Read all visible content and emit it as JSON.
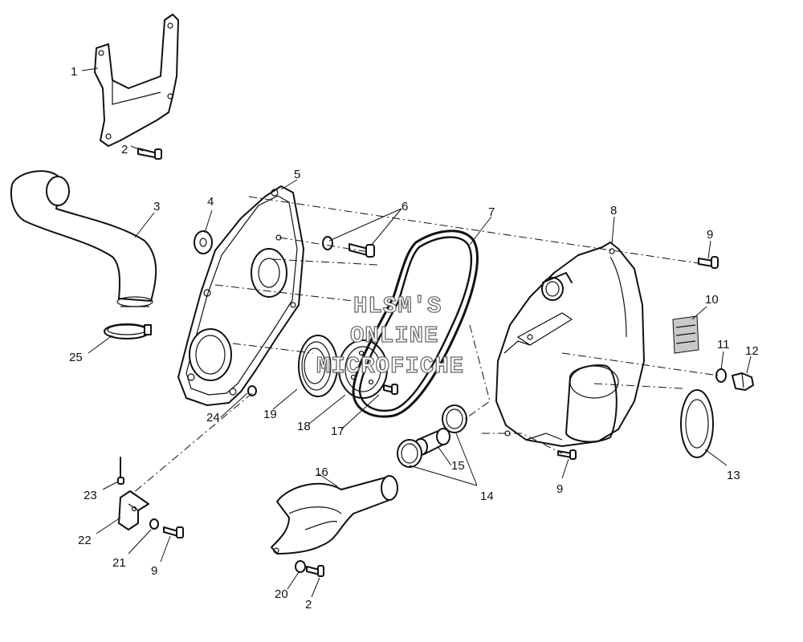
{
  "diagram": {
    "callouts": [
      {
        "id": "c1",
        "label": "1"
      },
      {
        "id": "c2a",
        "label": "2"
      },
      {
        "id": "c3",
        "label": "3"
      },
      {
        "id": "c4",
        "label": "4"
      },
      {
        "id": "c5",
        "label": "5"
      },
      {
        "id": "c6",
        "label": "6"
      },
      {
        "id": "c7",
        "label": "7"
      },
      {
        "id": "c8",
        "label": "8"
      },
      {
        "id": "c9a",
        "label": "9"
      },
      {
        "id": "c10",
        "label": "10"
      },
      {
        "id": "c11",
        "label": "11"
      },
      {
        "id": "c12",
        "label": "12"
      },
      {
        "id": "c13",
        "label": "13"
      },
      {
        "id": "c9b",
        "label": "9"
      },
      {
        "id": "c14",
        "label": "14"
      },
      {
        "id": "c15",
        "label": "15"
      },
      {
        "id": "c16",
        "label": "16"
      },
      {
        "id": "c17",
        "label": "17"
      },
      {
        "id": "c18",
        "label": "18"
      },
      {
        "id": "c19",
        "label": "19"
      },
      {
        "id": "c24",
        "label": "24"
      },
      {
        "id": "c25",
        "label": "25"
      },
      {
        "id": "c23",
        "label": "23"
      },
      {
        "id": "c22",
        "label": "22"
      },
      {
        "id": "c21",
        "label": "21"
      },
      {
        "id": "c9c",
        "label": "9"
      },
      {
        "id": "c20",
        "label": "20"
      },
      {
        "id": "c2b",
        "label": "2"
      }
    ],
    "watermark": {
      "line1": "HLSM'S",
      "line2": "ONLINE",
      "line3": "MICROFICHE"
    }
  }
}
